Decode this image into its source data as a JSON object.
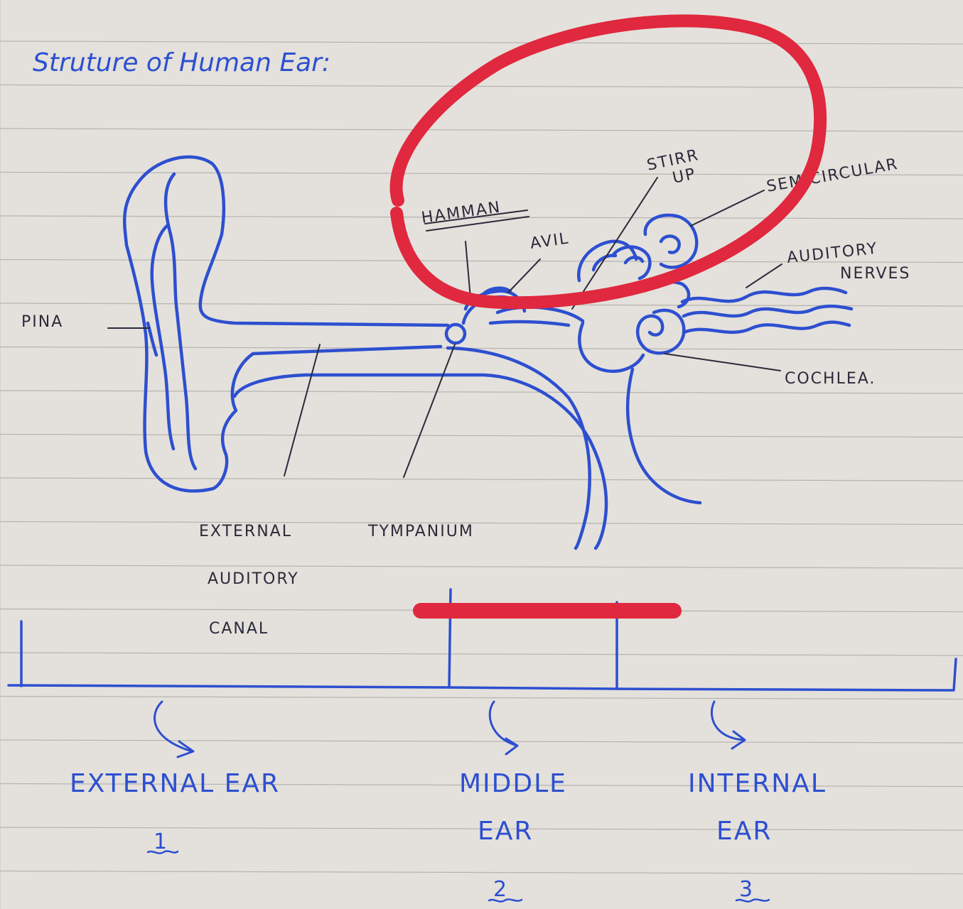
{
  "title": "Struture of Human Ear:",
  "diagram": {
    "labels": {
      "pinna": "PINA",
      "hammer": "HAMMAN",
      "anvil": "AVIL",
      "stirrup_line1": "STIRR",
      "stirrup_line2": "UP",
      "semicircular": "SEMICIRCULAR",
      "auditory_nerves_line1": "AUDITORY",
      "auditory_nerves_line2": "NERVES",
      "cochlea": "COCHLEA.",
      "canal_line1": "EXTERNAL",
      "canal_line2": "AUDITORY",
      "canal_line3": "CANAL",
      "tympanum": "TYMPANIUM"
    }
  },
  "sections": [
    {
      "line1": "EXTERNAL EAR",
      "line2": "",
      "number": "1"
    },
    {
      "line1": "MIDDLE",
      "line2": "EAR",
      "number": "2"
    },
    {
      "line1": "INTERNAL",
      "line2": "EAR",
      "number": "3"
    }
  ],
  "colors": {
    "paper": "#e4e1dc",
    "blue_ink": "#2d4fd0",
    "black_ink": "#2a2a3a",
    "red_annotation": "#e0283e"
  }
}
